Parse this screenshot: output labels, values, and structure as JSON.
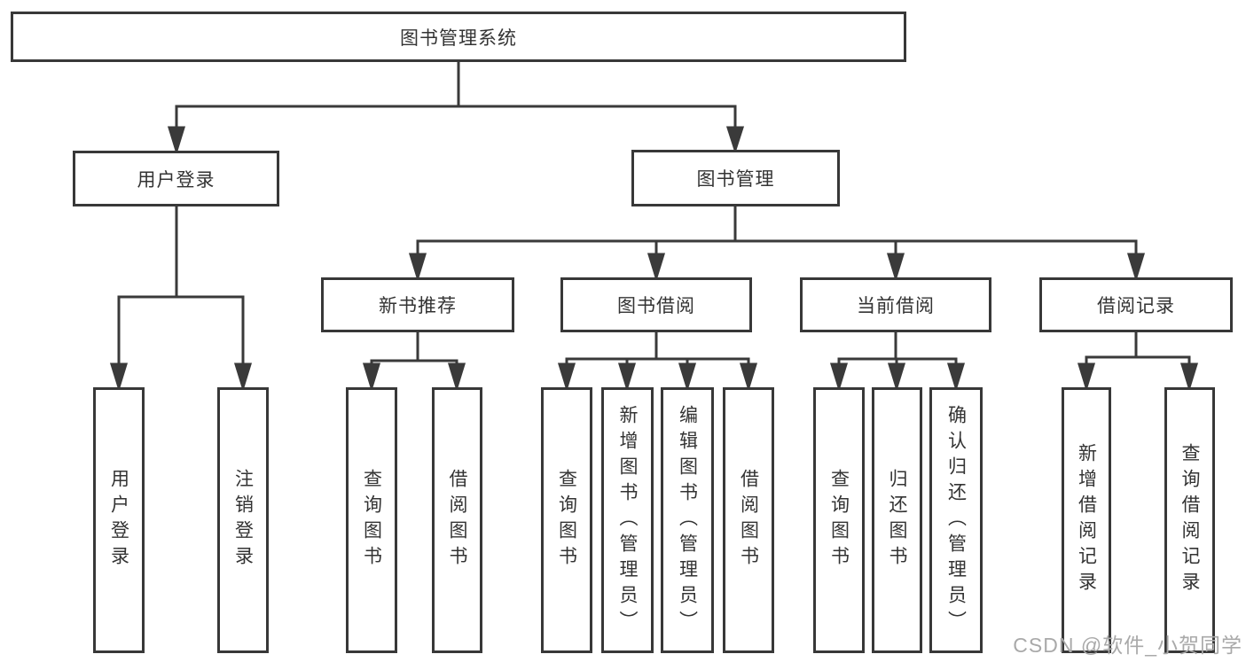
{
  "tree": {
    "root": {
      "label": "图书管理系统"
    },
    "user_login": {
      "label": "用户登录",
      "children": [
        {
          "label": "用户登录"
        },
        {
          "label": "注销登录"
        }
      ]
    },
    "book_management": {
      "label": "图书管理",
      "sections": [
        {
          "label": "新书推荐",
          "children": [
            {
              "label": "查询图书"
            },
            {
              "label": "借阅图书"
            }
          ]
        },
        {
          "label": "图书借阅",
          "children": [
            {
              "label": "查询图书"
            },
            {
              "label": "新增图书（管理员）"
            },
            {
              "label": "编辑图书（管理员）"
            },
            {
              "label": "借阅图书"
            }
          ]
        },
        {
          "label": "当前借阅",
          "children": [
            {
              "label": "查询图书"
            },
            {
              "label": "归还图书"
            },
            {
              "label": "确认归还（管理员）"
            }
          ]
        },
        {
          "label": "借阅记录",
          "children": [
            {
              "label": "新增借阅记录"
            },
            {
              "label": "查询借阅记录"
            }
          ]
        }
      ]
    }
  },
  "watermark": {
    "text": "CSDN @软件_小贺同学"
  },
  "colors": {
    "line": "#3a3a3a",
    "border": "#383838",
    "text": "#333333",
    "watermark": "#a9a9a9",
    "background": "#ffffff"
  }
}
